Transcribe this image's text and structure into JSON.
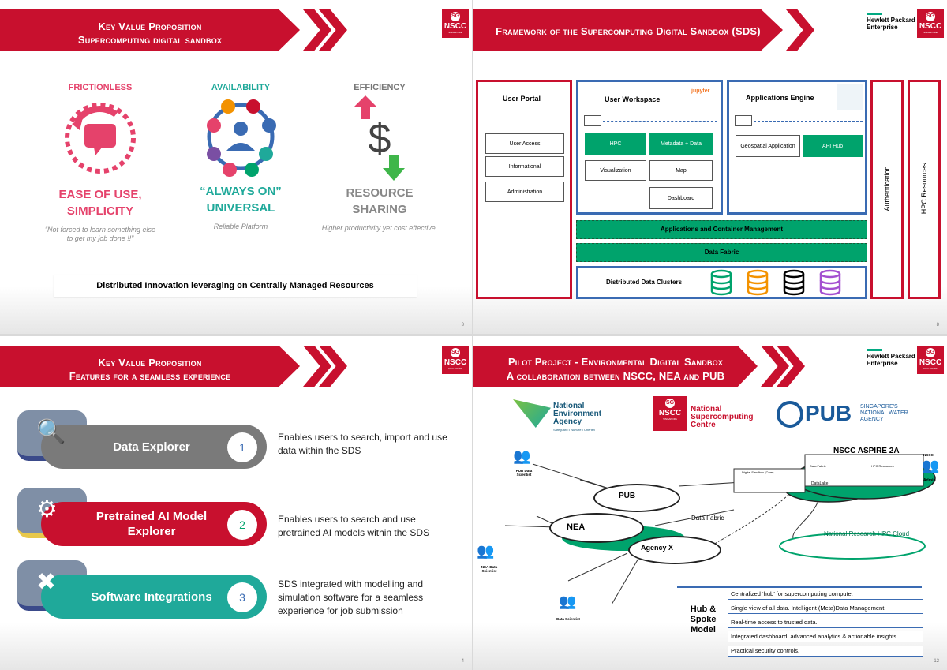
{
  "slide1": {
    "title_line1": "Key Value Proposition",
    "title_line2": "Supercomputing digital sandbox",
    "columns": [
      {
        "heading": "FRICTIONLESS",
        "big1": "EASE OF USE,",
        "big2": "SIMPLICITY",
        "sub": "“Not forced to learn something else to get my job done !!”"
      },
      {
        "heading": "AVAILABILITY",
        "big1": "“ALWAYS ON”",
        "big2": "UNIVERSAL",
        "sub": "Reliable Platform"
      },
      {
        "heading": "EFFICIENCY",
        "big1": "RESOURCE",
        "big2": "SHARING",
        "sub": "Higher productivity yet cost effective."
      }
    ],
    "footer": "Distributed Innovation leveraging on Centrally Managed Resources",
    "page": "3"
  },
  "slide2": {
    "title": "Framework of the Supercomputing Digital Sandbox (SDS)",
    "user_portal": "User Portal",
    "portal_items": [
      "User Access",
      "Informational",
      "Administration"
    ],
    "workspace": "User Workspace",
    "jupyter": "jupyter",
    "ws_items": [
      "HPC",
      "Metadata + Data",
      "Visualization",
      "Map",
      "Dashboard"
    ],
    "engine": "Applications Engine",
    "eng_items": [
      "Geospatial Application",
      "API Hub"
    ],
    "container_mgmt": "Applications and Container Management",
    "data_fabric": "Data Fabric",
    "clusters": "Distributed Data Clusters",
    "auth": "Authentication",
    "hpc_res": "HPC Resources",
    "page": "8"
  },
  "slide3": {
    "title_line1": "Key Value Proposition",
    "title_line2": "Features for a seamless experience",
    "features": [
      {
        "label": "Data Explorer",
        "num": "1",
        "desc": "Enables users to search, import and use data within the SDS"
      },
      {
        "label": "Pretrained AI Model Explorer",
        "num": "2",
        "desc": "Enables users to search and use pretrained AI models within the SDS"
      },
      {
        "label": "Software Integrations",
        "num": "3",
        "desc": "SDS integrated with modelling and simulation software for a seamless experience for job submission"
      }
    ],
    "page": "4"
  },
  "slide4": {
    "title_line1": "Pilot Project - Environmental Digital Sandbox",
    "title_line2": "A collaboration between NSCC, NEA and PUB",
    "nea_logo": "National Environment Agency",
    "nea_tag": "Safeguard • Nurture • Cherish",
    "nscc_logo": "National Supercomputing Centre",
    "pub_logo": "PUB",
    "pub_tag": "SINGAPORE'S NATIONAL WATER AGENCY",
    "aspire": "NSCC ASPIRE 2A",
    "pub_node": "PUB",
    "nea_node": "NEA",
    "agency_node": "Agency X",
    "data_fabric": "Data Fabric",
    "hpc_cloud": "National Research HPC Cloud",
    "pub_scientist": "PUB Data Scientist",
    "nea_scientist": "NEA Data Scientist",
    "data_scientist": "Data Scientist",
    "nscc_person": "NSCC",
    "admin": "Admin",
    "sandbox_label": "Digital Sandbox (Core)",
    "datafabric_small": "Data Fabric",
    "hpc_small": "HPC Resources",
    "datalake": "DataLake",
    "hub_title": "Hub & Spoke Model",
    "hub_rows": [
      "Centralized ‘hub’ for supercomputing compute.",
      "Single view of all data. Intelligent (Meta)Data Management.",
      "Real-time access to trusted data.",
      "Integrated dashboard, advanced analytics & actionable insights.",
      "Practical security controls."
    ],
    "page": "12"
  },
  "brand": {
    "nscc_sg": "SG",
    "nscc": "NSCC",
    "singapore": "SINGAPORE",
    "hpe1": "Hewlett Packard",
    "hpe2": "Enterprise"
  },
  "colors": {
    "red": "#c8102e",
    "green": "#00a36c",
    "blue": "#3a6bb3",
    "pink": "#e5426b",
    "teal": "#1fa99a"
  }
}
